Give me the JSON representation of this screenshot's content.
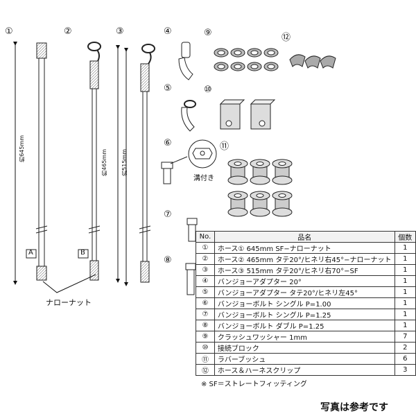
{
  "markers": {
    "m1": "①",
    "m2": "②",
    "m3": "③",
    "m4": "④",
    "m5": "⑤",
    "m6": "⑥",
    "m7": "⑦",
    "m8": "⑧",
    "m9": "⑨",
    "m10": "⑩",
    "m11": "⑪",
    "m12": "⑫"
  },
  "dims": {
    "d1": "約645mm",
    "d2": "約465mm",
    "d3": "約515mm"
  },
  "letters": {
    "a": "A",
    "b": "B"
  },
  "labels": {
    "narrow_nut": "ナローナット",
    "grooved": "溝付き"
  },
  "table": {
    "headers": {
      "no": "No.",
      "name": "品名",
      "qty": "個数"
    },
    "rows": [
      {
        "no": "①",
        "name": "ホース① 645mm SF−ナローナット",
        "qty": "1"
      },
      {
        "no": "②",
        "name": "ホース② 465mm タテ20°/ヒネリ右45°−ナローナット",
        "qty": "1"
      },
      {
        "no": "③",
        "name": "ホース③ 515mm タテ20°/ヒネリ右70°−SF",
        "qty": "1"
      },
      {
        "no": "④",
        "name": "バンジョーアダプター 20°",
        "qty": "1"
      },
      {
        "no": "⑤",
        "name": "バンジョーアダプター タテ20°/ヒネリ左45°",
        "qty": "1"
      },
      {
        "no": "⑥",
        "name": "バンジョーボルト シングル P=1.00",
        "qty": "1"
      },
      {
        "no": "⑦",
        "name": "バンジョーボルト シングル P=1.25",
        "qty": "1"
      },
      {
        "no": "⑧",
        "name": "バンジョーボルト ダブル P=1.25",
        "qty": "1"
      },
      {
        "no": "⑨",
        "name": "クラッシュワッシャー 1mm",
        "qty": "7"
      },
      {
        "no": "⑩",
        "name": "接続ブロック",
        "qty": "2"
      },
      {
        "no": "⑪",
        "name": "ラバーブッシュ",
        "qty": "6"
      },
      {
        "no": "⑫",
        "name": "ホース＆ハーネスクリップ",
        "qty": "3"
      }
    ]
  },
  "note": "※ SF＝ストレートフィッティング",
  "footer": "写真は参考です"
}
